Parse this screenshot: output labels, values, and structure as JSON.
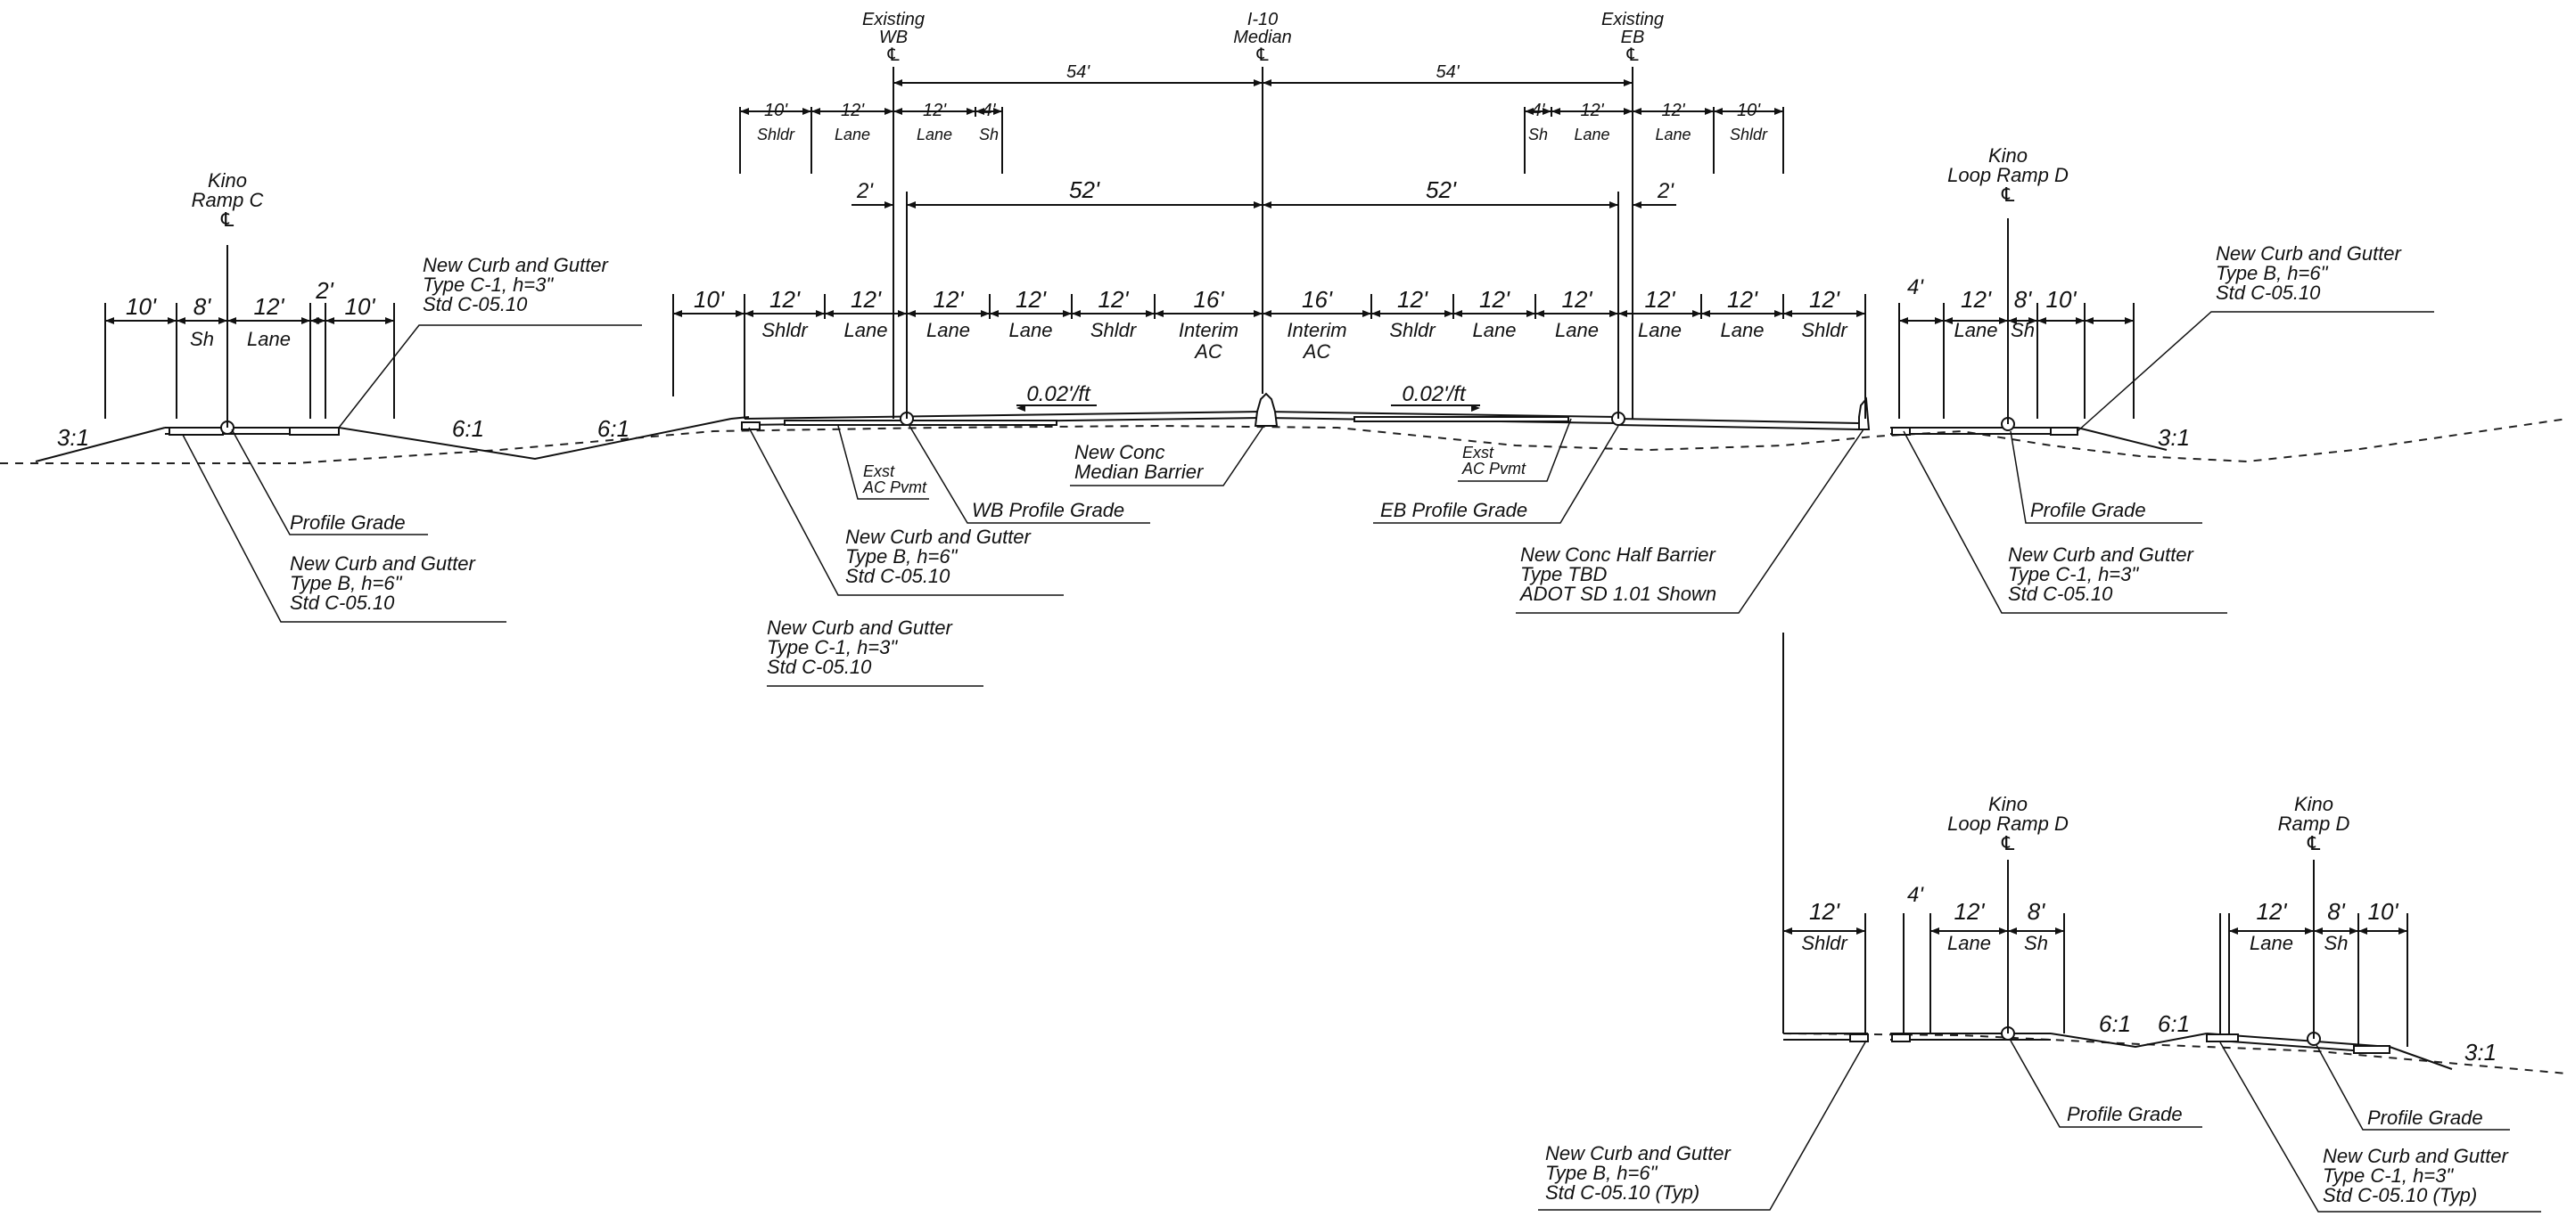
{
  "colors": {
    "ink": "#111111",
    "background": "#ffffff"
  },
  "centerlines": {
    "existing_wb": [
      "Existing",
      "WB",
      "℄"
    ],
    "median": [
      "I-10",
      "Median",
      "℄"
    ],
    "existing_eb": [
      "Existing",
      "EB",
      "℄"
    ],
    "kino_ramp_c": [
      "Kino",
      "Ramp C",
      "℄"
    ],
    "kino_loop_ramp_d_top": [
      "Kino",
      "Loop Ramp D",
      "℄"
    ],
    "kino_loop_ramp_d_bottom": [
      "Kino",
      "Loop Ramp D",
      "℄"
    ],
    "kino_ramp_d": [
      "Kino",
      "Ramp D",
      "℄"
    ]
  },
  "dims": {
    "d54": "54'",
    "d52": "52'",
    "d2": "2'",
    "d4": "4'",
    "d8": "8'",
    "d10": "10'",
    "d12": "12'",
    "d16": "16'"
  },
  "labels": {
    "shldr": "Shldr",
    "lane": "Lane",
    "sh": "Sh",
    "interim": "Interim",
    "ac": "AC"
  },
  "slopes": {
    "s31": "3:1",
    "s61": "6:1",
    "cross": "0.02'/ft"
  },
  "notes": {
    "c1_3": [
      "New Curb and Gutter",
      "Type C-1,   h=3\"",
      "Std C-05.10"
    ],
    "b_6": [
      "New Curb and Gutter",
      "Type B,   h=6\"",
      "Std C-05.10"
    ],
    "b_6_typ": [
      "New Curb and Gutter",
      "Type B,   h=6\"",
      "Std C-05.10 (Typ)"
    ],
    "c1_3_typ": [
      "New Curb and Gutter",
      "Type C-1,   h=3\"",
      "Std C-05.10 (Typ)"
    ],
    "profile_grade": "Profile Grade",
    "wb_profile_grade": "WB Profile Grade",
    "eb_profile_grade": "EB Profile Grade",
    "exst_pvmt": [
      "Exst",
      "AC Pvmt"
    ],
    "median_barrier": [
      "New Conc",
      "Median Barrier"
    ],
    "half_barrier": [
      "New Conc Half Barrier",
      "Type TBD",
      "ADOT SD 1.01 Shown"
    ]
  }
}
